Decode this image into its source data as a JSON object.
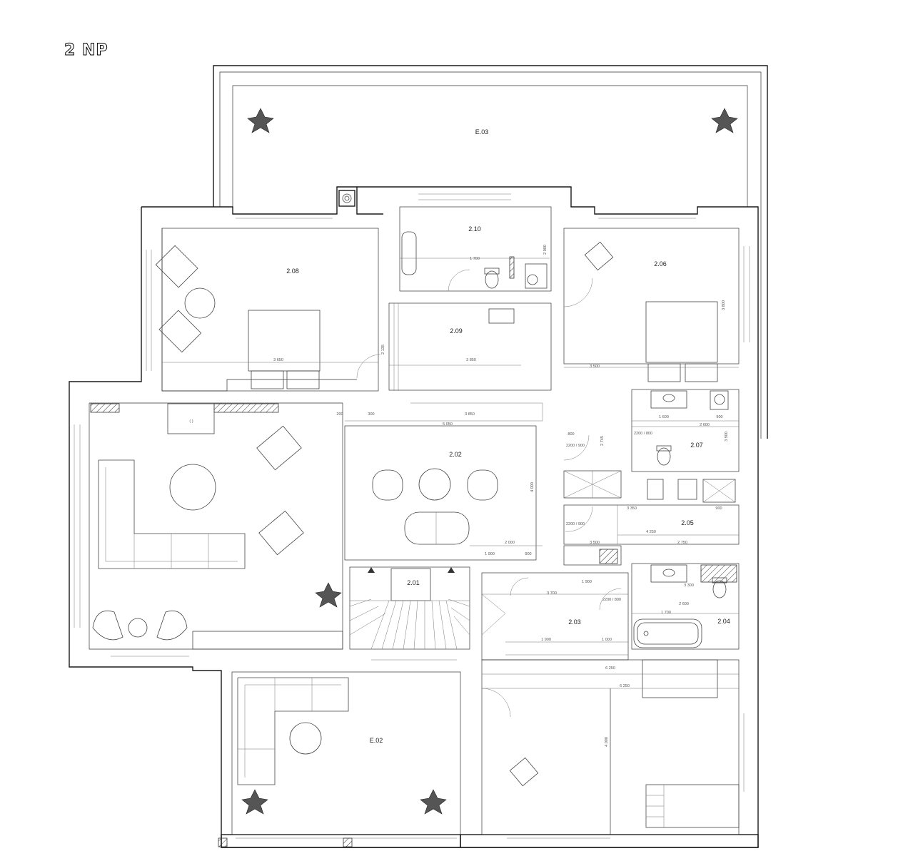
{
  "sheet": {
    "title": "2 NP"
  },
  "rooms": [
    {
      "id": "E.03",
      "label": "E.03"
    },
    {
      "id": "2.10",
      "label": "2.10"
    },
    {
      "id": "2.08",
      "label": "2.08"
    },
    {
      "id": "2.06",
      "label": "2.06"
    },
    {
      "id": "2.09",
      "label": "2.09"
    },
    {
      "id": "2.02",
      "label": "2.02"
    },
    {
      "id": "2.07",
      "label": "2.07"
    },
    {
      "id": "2.05",
      "label": "2.05"
    },
    {
      "id": "2.01",
      "label": "2.01"
    },
    {
      "id": "2.03",
      "label": "2.03"
    },
    {
      "id": "2.04",
      "label": "2.04"
    },
    {
      "id": "E.02",
      "label": "E.02"
    }
  ],
  "dimensions": {
    "d_3650": "3 650",
    "d_3850a": "3 850",
    "d_3850b": "3 850",
    "d_5050": "5 050",
    "d_3500a": "3 500",
    "d_3500b": "3 500",
    "d_4250": "4 250",
    "d_2750": "2 750",
    "d_3350": "3 350",
    "d_2600a": "2 600",
    "d_2600b": "2 600",
    "d_1600": "1 600",
    "d_1700a": "1 700",
    "d_1700b": "1 700",
    "d_1900a": "1 900",
    "d_1900b": "1 900",
    "d_1900c": "1 900",
    "d_2000": "2 000",
    "d_3300": "3 300",
    "d_3700": "3 700",
    "d_6250a": "6 250",
    "d_6250b": "6 250",
    "d_4000a": "4 000",
    "d_4000b": "4 000",
    "d_1000": "1 000",
    "d_900a": "900",
    "d_900b": "900",
    "d_900c": "900",
    "d_800": "800",
    "d_300": "300",
    "d_200": "200",
    "d_2135": "2 135",
    "d_2000v": "2 000",
    "d_3800": "3 800",
    "d_3900": "3 900",
    "d_2745": "2 745"
  },
  "doors": {
    "door_a": "2200\n900",
    "door_b": "2200\n800",
    "door_c": "2200\n900",
    "door_d": "2200\n800"
  }
}
